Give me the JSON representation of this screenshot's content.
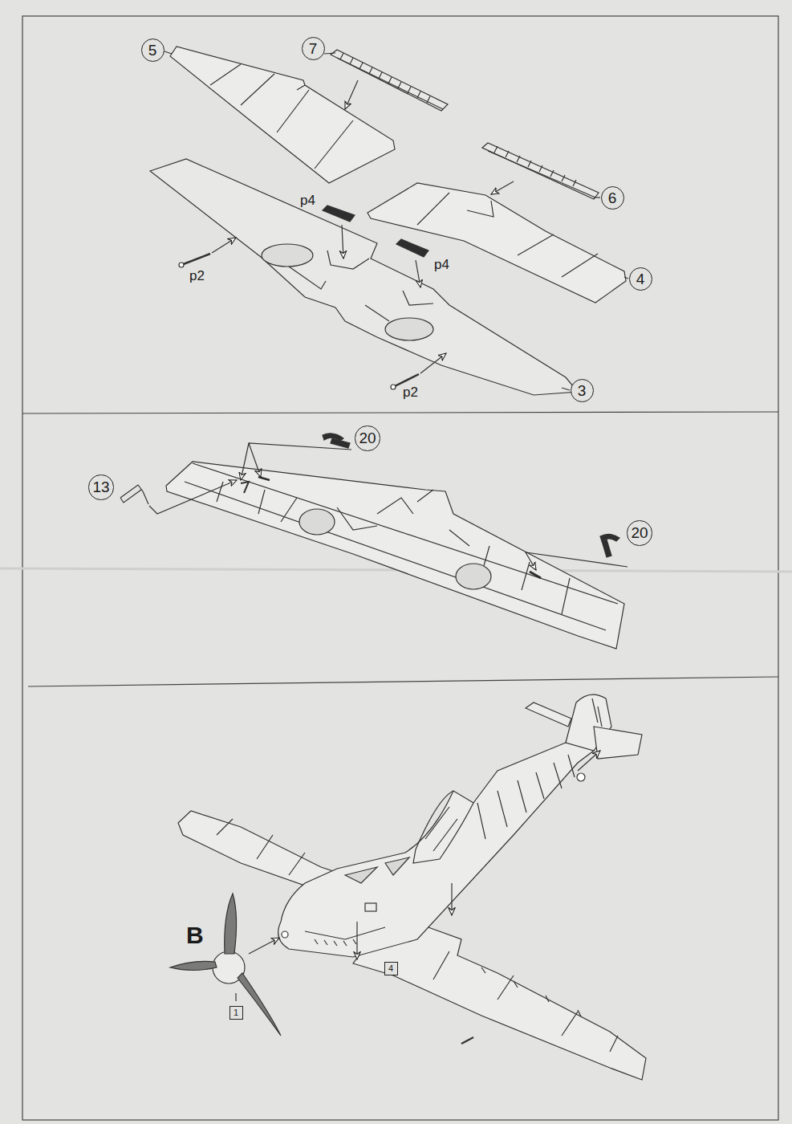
{
  "diagram": {
    "nodes": [
      {
        "text": [
          "5"
        ]
      },
      {
        "text": [
          "7"
        ]
      },
      {
        "text": [
          "6"
        ]
      },
      {
        "text": [
          "4"
        ]
      },
      {
        "text": [
          "3"
        ]
      },
      {
        "text": [
          "13"
        ]
      },
      {
        "text": [
          "20"
        ]
      },
      {
        "text": [
          "20"
        ]
      },
      {
        "text": [
          "4"
        ]
      },
      {
        "text": [
          "1"
        ]
      }
    ],
    "labels": [
      "p4",
      "p4",
      "p2",
      "p2",
      "B"
    ]
  }
}
